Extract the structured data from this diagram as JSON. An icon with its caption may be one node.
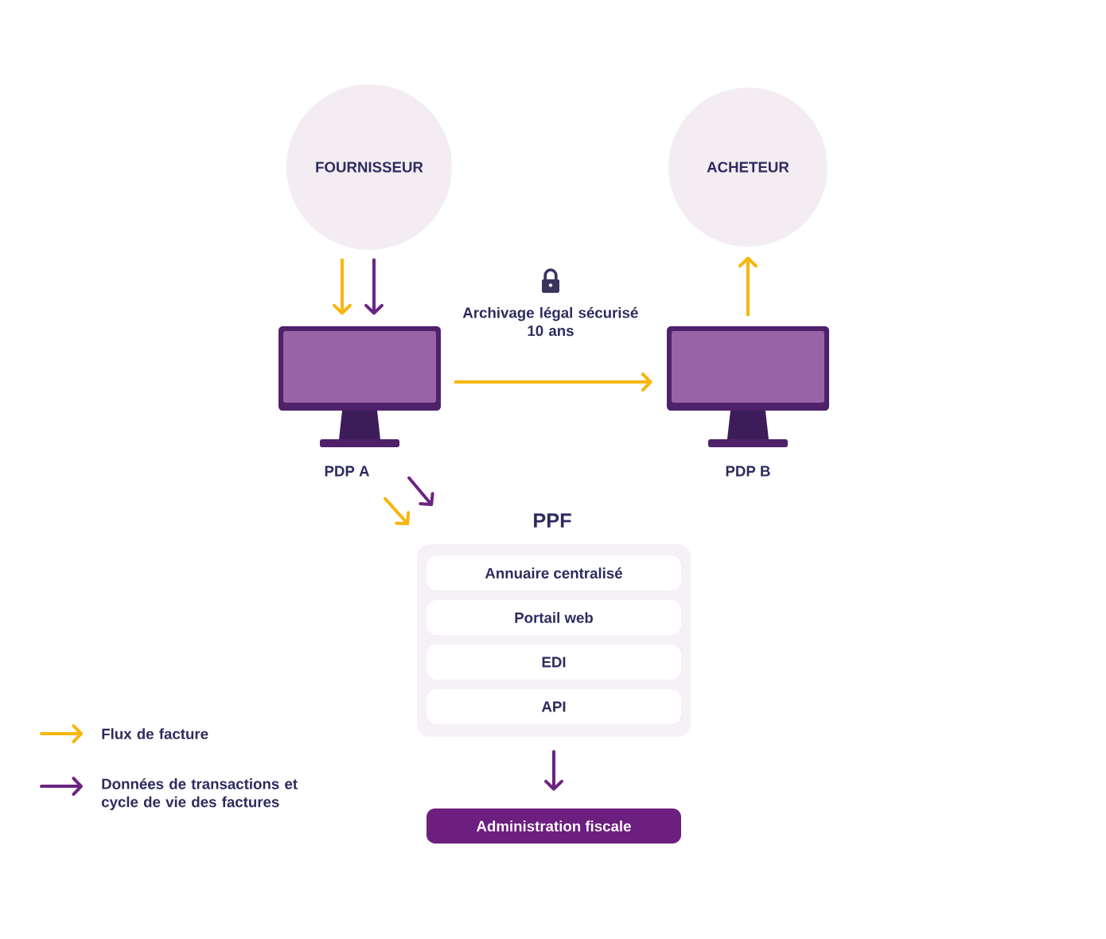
{
  "diagram": {
    "nodes": [
      {
        "text": [
          "FOURNISSEUR"
        ]
      },
      {
        "text": [
          "ACHETEUR"
        ]
      },
      {
        "text": [
          "PDP A"
        ]
      },
      {
        "text": [
          "PDP B"
        ]
      },
      {
        "text": [
          "PPF"
        ]
      },
      {
        "text": [
          "Annuaire centralisé"
        ],
        "in": 4
      },
      {
        "text": [
          "Portail web"
        ],
        "in": 4
      },
      {
        "text": [
          "EDI"
        ],
        "in": 4
      },
      {
        "text": [
          "API"
        ],
        "in": 4
      },
      {
        "text": [
          "Administration fiscale"
        ]
      }
    ],
    "edges": [
      {
        "from": 0,
        "to": 2,
        "arrow": "to"
      },
      {
        "from": 0,
        "to": 2,
        "arrow": "to",
        "color": "#6c2483"
      },
      {
        "from": 2,
        "to": 3,
        "arrow": "to",
        "label": "Archivage légal sécurisé 10 ans"
      },
      {
        "from": 3,
        "to": 1,
        "arrow": "to"
      },
      {
        "from": 2,
        "to": 4,
        "arrow": "to"
      },
      {
        "from": 2,
        "to": 4,
        "arrow": "to",
        "color": "#6c2483"
      },
      {
        "from": 4,
        "to": 9,
        "arrow": "to",
        "color": "#6c2483"
      }
    ],
    "legend": [
      {
        "text": "Flux de facture"
      },
      {
        "text": "Données de transactions et cycle de vie des factures"
      }
    ]
  }
}
